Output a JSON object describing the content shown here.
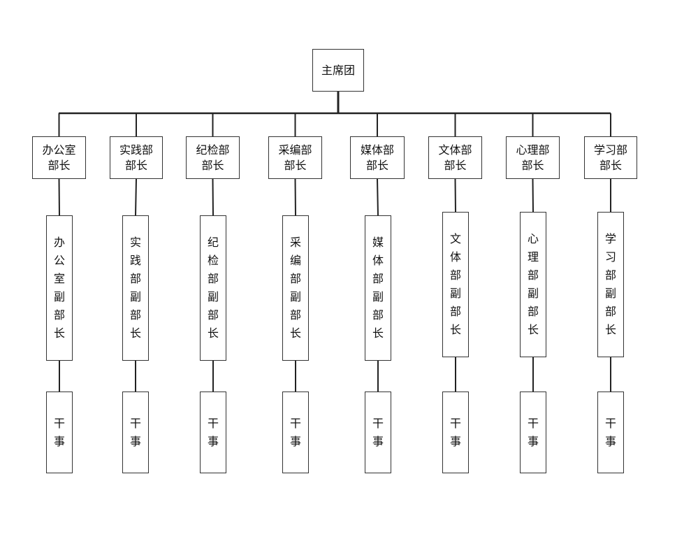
{
  "root": {
    "label": "主席团"
  },
  "departments": [
    {
      "head_line1": "办公室",
      "head_line2": "部长",
      "deputy": "办公室副部长",
      "staff": "干事"
    },
    {
      "head_line1": "实践部",
      "head_line2": "部长",
      "deputy": "实践部副部长",
      "staff": "干事"
    },
    {
      "head_line1": "纪检部",
      "head_line2": "部长",
      "deputy": "纪检部副部长",
      "staff": "干事"
    },
    {
      "head_line1": "采编部",
      "head_line2": "部长",
      "deputy": "采编部副部长",
      "staff": "干事"
    },
    {
      "head_line1": "媒体部",
      "head_line2": "部长",
      "deputy": "媒体部副部长",
      "staff": "干事"
    },
    {
      "head_line1": "文体部",
      "head_line2": "部长",
      "deputy": "文体部副部长",
      "staff": "干事"
    },
    {
      "head_line1": "心理部",
      "head_line2": "部长",
      "deputy": "心理部副部长",
      "staff": "干事"
    },
    {
      "head_line1": "学习部",
      "head_line2": "部长",
      "deputy": "学习部副部长",
      "staff": "干事"
    }
  ]
}
